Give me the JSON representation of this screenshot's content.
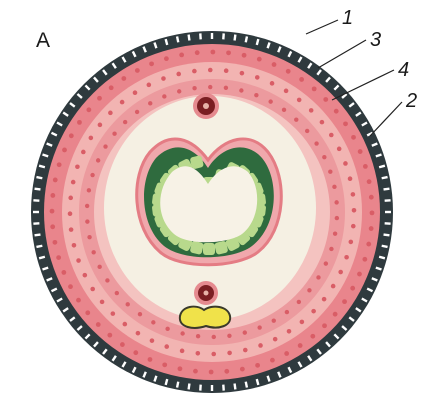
{
  "figure": {
    "panel_letter": "A",
    "callouts": [
      "1",
      "2",
      "3",
      "4"
    ],
    "colors": {
      "outer_epidermis": "#2f3a3e",
      "ciliated_cells": "#ffffff",
      "outer_muscle_layer": "#e9858c",
      "inner_muscle_layer": "#f2b4b2",
      "nuclei": "#d95d66",
      "body_cavity": "#f5f0e3",
      "gut_wall": "#2f6b3e",
      "gut_cells": "#b8d98c",
      "gut_lumen": "#f7f2e6",
      "nerve_cord": "#7a1e22",
      "gonad": "#f0e24a"
    }
  }
}
